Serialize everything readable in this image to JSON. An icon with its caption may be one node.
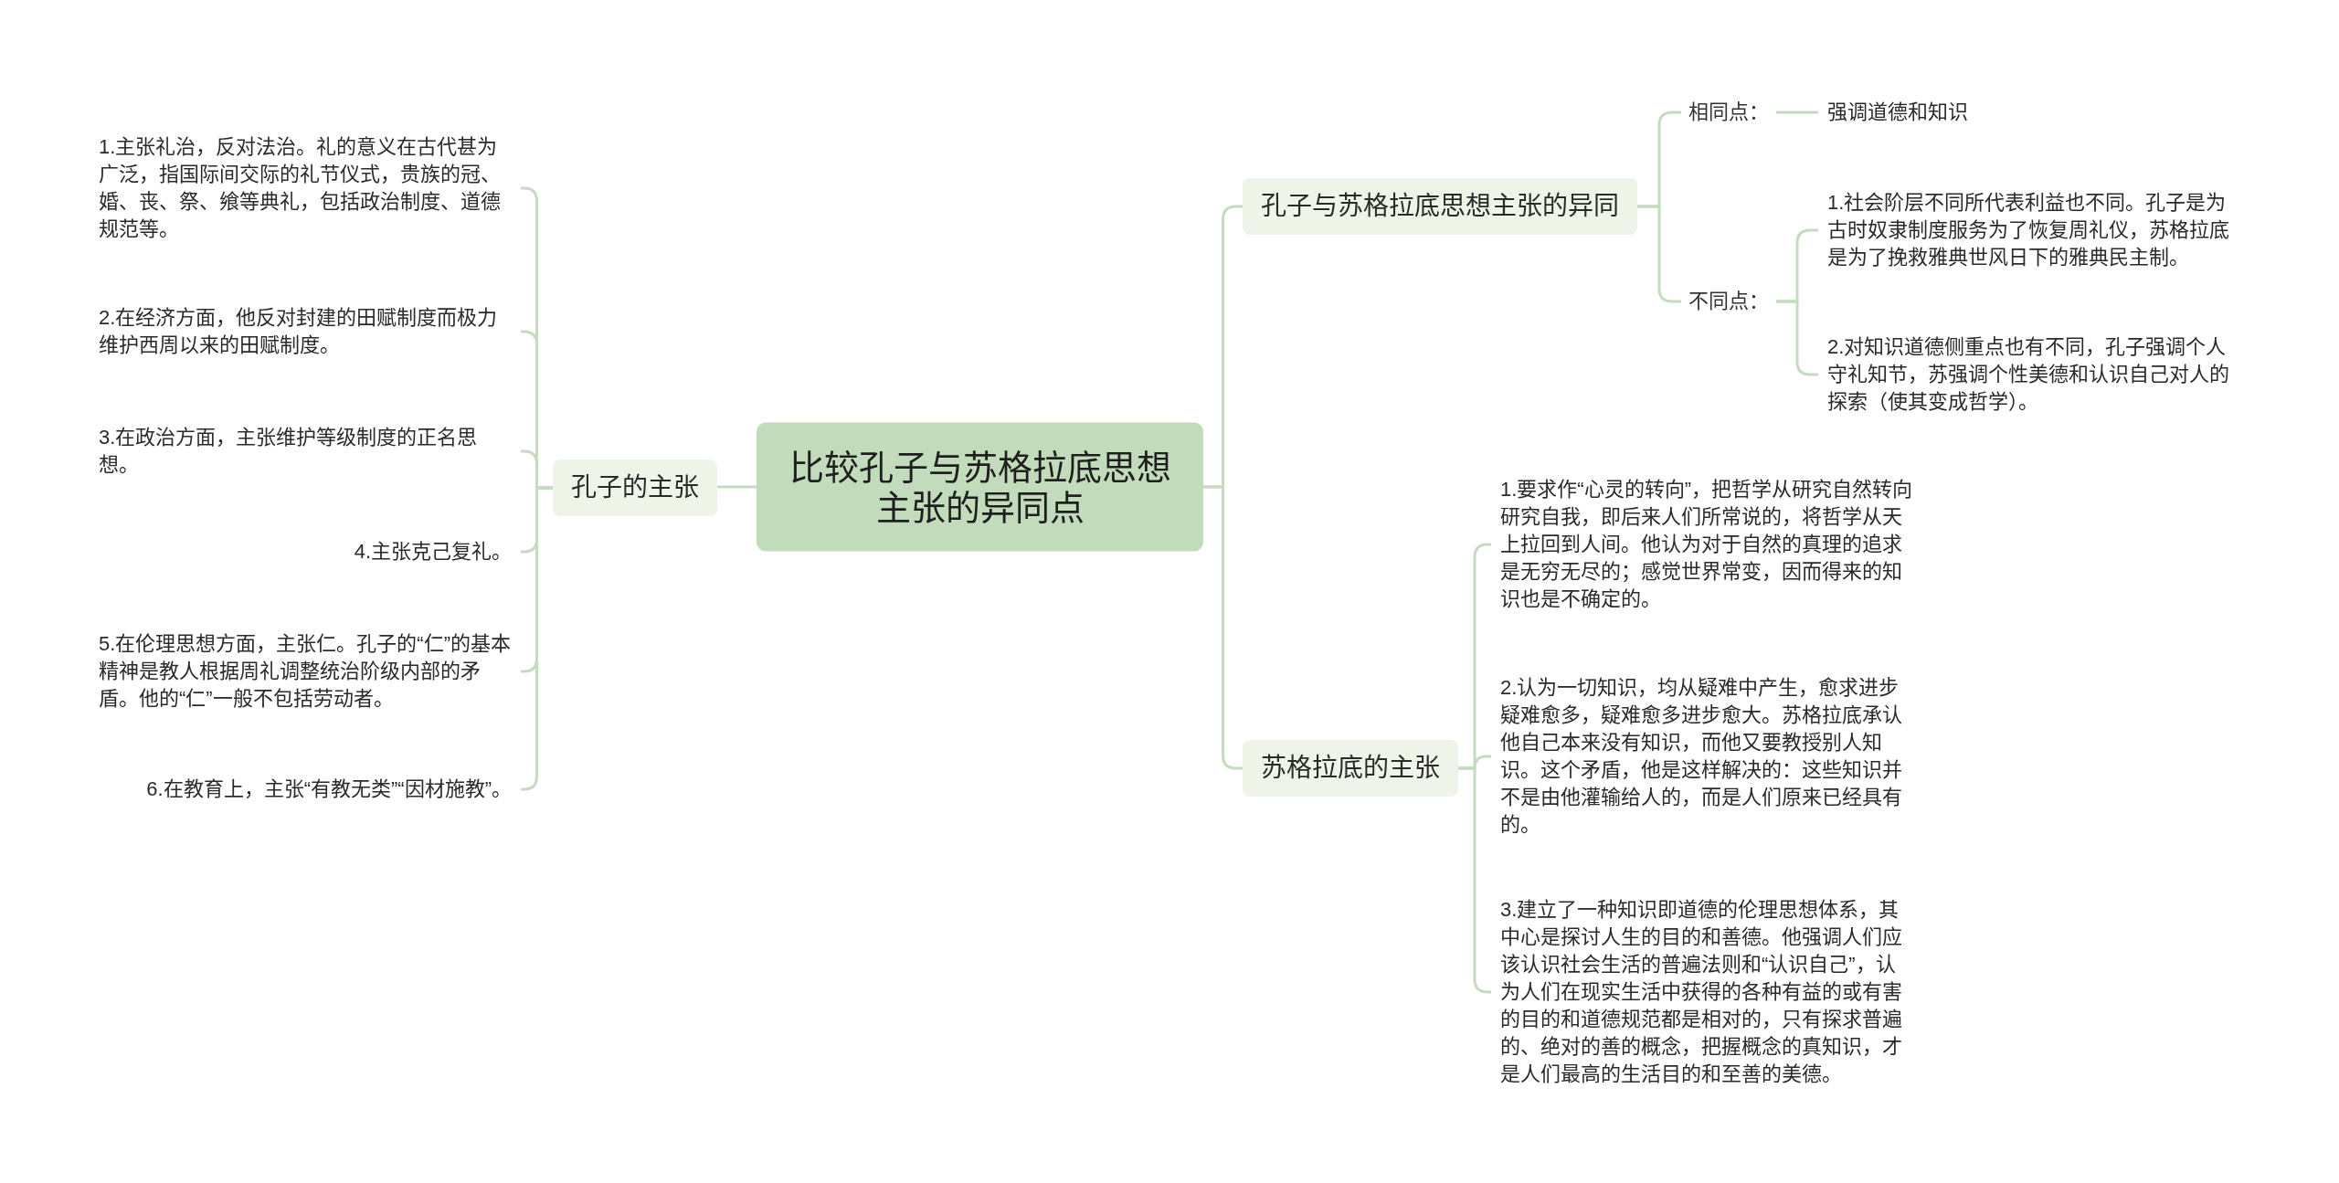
{
  "diagram": {
    "nodes": [
      {
        "text": [
          "比较孔子与苏格拉底思想主张的异同点"
        ]
      },
      {
        "text": [
          "孔子的主张"
        ]
      },
      {
        "text": [
          "1.主张礼治，反对法治。礼的意义在古代甚为广泛，指国际间交际的礼节仪式，贵族的冠、婚、丧、祭、飨等典礼，包括政治制度、道德规范等。"
        ]
      },
      {
        "text": [
          "2.在经济方面，他反对封建的田赋制度而极力维护西周以来的田赋制度。"
        ]
      },
      {
        "text": [
          "3.在政治方面，主张维护等级制度的正名思想。"
        ]
      },
      {
        "text": [
          "4.主张克己复礼。"
        ]
      },
      {
        "text": [
          "5.在伦理思想方面，主张仁。孔子的“仁”的基本精神是教人根据周礼调整统治阶级内部的矛盾。他的“仁”一般不包括劳动者。"
        ]
      },
      {
        "text": [
          "6.在教育上，主张“有教无类”“因材施教”。"
        ]
      },
      {
        "text": [
          "孔子与苏格拉底思想主张的异同"
        ]
      },
      {
        "text": [
          "相同点："
        ]
      },
      {
        "text": [
          "强调道德和知识"
        ]
      },
      {
        "text": [
          "不同点："
        ]
      },
      {
        "text": [
          "1.社会阶层不同所代表利益也不同。孔子是为古时奴隶制度服务为了恢复周礼仪，苏格拉底是为了挽救雅典世风日下的雅典民主制。"
        ]
      },
      {
        "text": [
          "2.对知识道德侧重点也有不同，孔子强调个人守礼知节，苏强调个性美德和认识自己对人的探索（使其变成哲学）。"
        ]
      },
      {
        "text": [
          "苏格拉底的主张"
        ]
      },
      {
        "text": [
          "1.要求作“心灵的转向”，把哲学从研究自然转向研究自我，即后来人们所常说的，将哲学从天上拉回到人间。他认为对于自然的真理的追求是无穷无尽的；感觉世界常变，因而得来的知识也是不确定的。"
        ]
      },
      {
        "text": [
          "2.认为一切知识，均从疑难中产生，愈求进步疑难愈多，疑难愈多进步愈大。苏格拉底承认他自己本来没有知识，而他又要教授别人知识。这个矛盾，他是这样解决的：这些知识并不是由他灌输给人的，而是人们原来已经具有的。"
        ]
      },
      {
        "text": [
          "3.建立了一种知识即道德的伦理思想体系，其中心是探讨人生的目的和善德。他强调人们应该认识社会生活的普遍法则和“认识自己”，认为人们在现实生活中获得的各种有益的或有害的目的和道德规范都是相对的，只有探求普遍的、绝对的善的概念，把握概念的真知识，才是人们最高的生活目的和至善的美德。"
        ]
      }
    ],
    "edges": [
      {
        "from": 0,
        "to": 1,
        "arrow": "none"
      },
      {
        "from": 1,
        "to": 2,
        "arrow": "none"
      },
      {
        "from": 1,
        "to": 3,
        "arrow": "none"
      },
      {
        "from": 1,
        "to": 4,
        "arrow": "none"
      },
      {
        "from": 1,
        "to": 5,
        "arrow": "none"
      },
      {
        "from": 1,
        "to": 6,
        "arrow": "none"
      },
      {
        "from": 1,
        "to": 7,
        "arrow": "none"
      },
      {
        "from": 0,
        "to": 8,
        "arrow": "none"
      },
      {
        "from": 8,
        "to": 9,
        "arrow": "none"
      },
      {
        "from": 9,
        "to": 10,
        "arrow": "none"
      },
      {
        "from": 8,
        "to": 11,
        "arrow": "none"
      },
      {
        "from": 11,
        "to": 12,
        "arrow": "none"
      },
      {
        "from": 11,
        "to": 13,
        "arrow": "none"
      },
      {
        "from": 0,
        "to": 14,
        "arrow": "none"
      },
      {
        "from": 14,
        "to": 15,
        "arrow": "none"
      },
      {
        "from": 14,
        "to": 16,
        "arrow": "none"
      },
      {
        "from": 14,
        "to": 17,
        "arrow": "none"
      }
    ]
  }
}
